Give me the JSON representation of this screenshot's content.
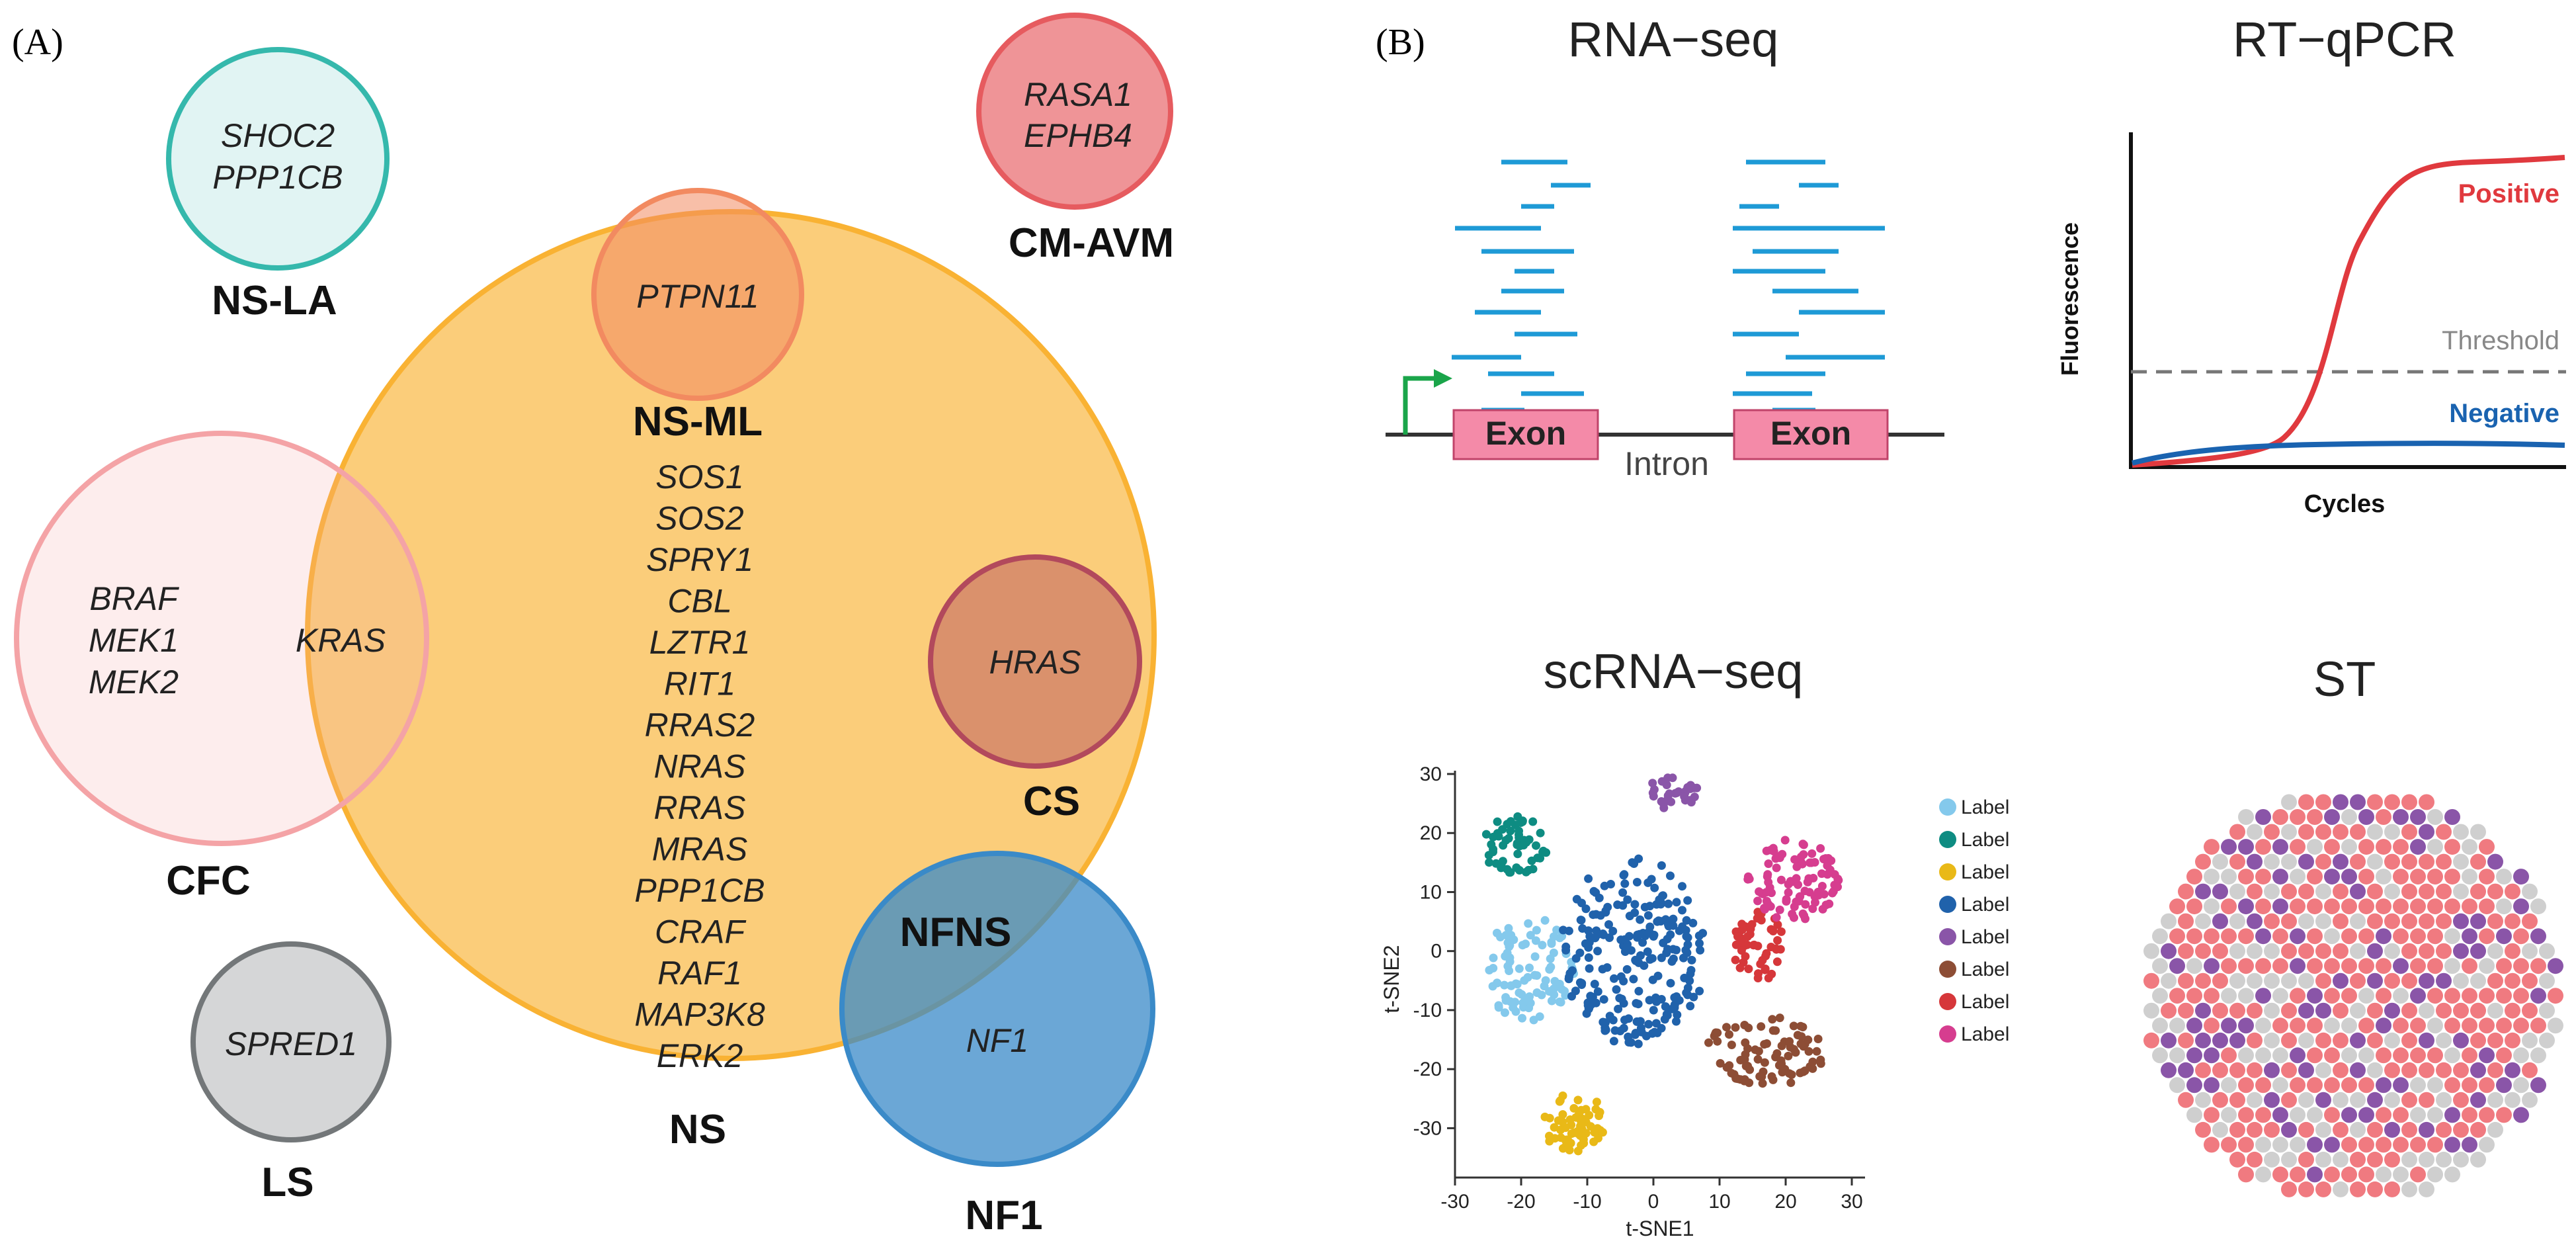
{
  "panel_a": {
    "label": "(A)",
    "genes": {
      "shoc2": "SHOC2",
      "ppp1cb_la": "PPP1CB",
      "rasa1": "RASA1",
      "ephb4": "EPHB4",
      "ptpn11": "PTPN11",
      "braf": "BRAF",
      "mek1": "MEK1",
      "mek2": "MEK2",
      "kras": "KRAS",
      "hras": "HRAS",
      "nf1_gene": "NF1",
      "spred1": "SPRED1",
      "ns_list": [
        "SOS1",
        "SOS2",
        "SPRY1",
        "CBL",
        "LZTR1",
        "RIT1",
        "RRAS2",
        "NRAS",
        "RRAS",
        "MRAS",
        "PPP1CB",
        "CRAF",
        "RAF1",
        "MAP3K8",
        "ERK2"
      ]
    },
    "syndromes": {
      "ns_la": "NS-LA",
      "cm_avm": "CM-AVM",
      "ns_ml": "NS-ML",
      "cfc": "CFC",
      "cs": "CS",
      "nfns": "NFNS",
      "ns": "NS",
      "ls": "LS",
      "nf1": "NF1"
    },
    "colors": {
      "ns": "#f9b233",
      "ns_la": "#35b8ac",
      "cm_avm": "#e65b5f",
      "ns_ml": "#f28a60",
      "cfc": "#f4a3a6",
      "cs": "#b2495c",
      "nf1": "#3a8ac8",
      "ls": "#737779"
    }
  },
  "panel_b": {
    "label": "(B)",
    "rna_seq": {
      "title": "RNA−seq",
      "exon1": "Exon",
      "exon2": "Exon",
      "intron": "Intron"
    },
    "rt_qpcr": {
      "title": "RT−qPCR",
      "ylabel": "Fluorescence",
      "xlabel": "Cycles",
      "positive": "Positive",
      "negative": "Negative",
      "threshold": "Threshold",
      "positive_color": "#e0393e",
      "negative_color": "#1a63b0"
    },
    "scrna_seq": {
      "title": "scRNA−seq",
      "legend": [
        {
          "label": "Label",
          "color": "#84c9ec"
        },
        {
          "label": "Label",
          "color": "#0e8c82"
        },
        {
          "label": "Label",
          "color": "#e9b917"
        },
        {
          "label": "Label",
          "color": "#2062ab"
        },
        {
          "label": "Label",
          "color": "#8a55a8"
        },
        {
          "label": "Label",
          "color": "#8d4d35"
        },
        {
          "label": "Label",
          "color": "#d6373a"
        },
        {
          "label": "Label",
          "color": "#d63d8f"
        }
      ]
    },
    "st": {
      "title": "ST",
      "colors": {
        "red": "#f07a80",
        "purple": "#8a55a8",
        "gray": "#cfcfcf"
      }
    }
  },
  "chart_data": {
    "type": "scatter",
    "xlabel": "t-SNE1",
    "ylabel": "t-SNE2",
    "xlim": [
      -30,
      30
    ],
    "ylim": [
      -35,
      30
    ],
    "xticks": [
      -30,
      -20,
      -10,
      0,
      10,
      20,
      30
    ],
    "yticks": [
      30,
      20,
      10,
      0,
      -10,
      -20,
      -30
    ],
    "clusters": [
      {
        "color": "#84c9ec",
        "center": [
          -19,
          -3
        ],
        "spread": [
          7,
          9
        ],
        "n": 95
      },
      {
        "color": "#0e8c82",
        "center": [
          -21,
          18
        ],
        "spread": [
          5,
          5
        ],
        "n": 55
      },
      {
        "color": "#e9b917",
        "center": [
          -12,
          -29
        ],
        "spread": [
          5,
          5
        ],
        "n": 60
      },
      {
        "color": "#2062ab",
        "center": [
          -3,
          0
        ],
        "spread": [
          11,
          16
        ],
        "n": 230
      },
      {
        "color": "#8a55a8",
        "center": [
          3,
          27
        ],
        "spread": [
          4,
          3
        ],
        "n": 30
      },
      {
        "color": "#8d4d35",
        "center": [
          17,
          -17
        ],
        "spread": [
          9,
          6
        ],
        "n": 85
      },
      {
        "color": "#d6373a",
        "center": [
          16,
          1
        ],
        "spread": [
          4,
          6
        ],
        "n": 50
      },
      {
        "color": "#d63d8f",
        "center": [
          21,
          12
        ],
        "spread": [
          7,
          7
        ],
        "n": 95
      }
    ]
  }
}
